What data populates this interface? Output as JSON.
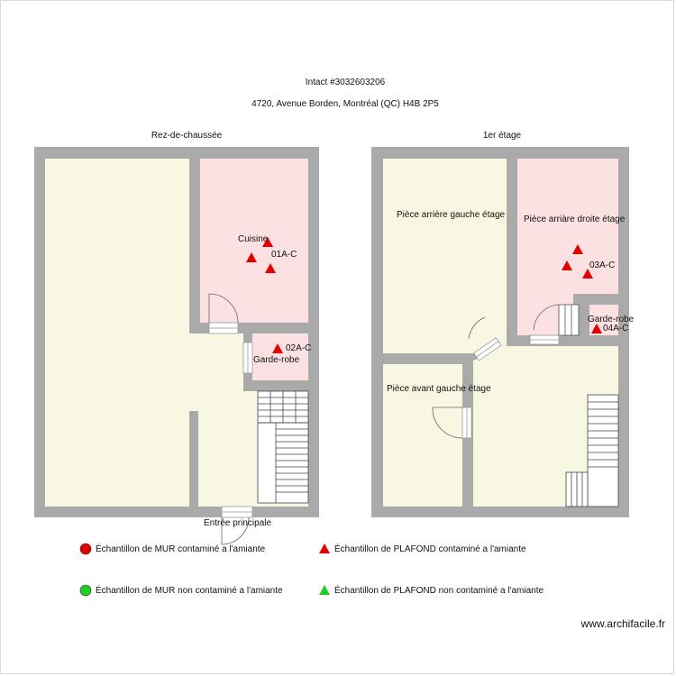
{
  "header": {
    "title": "Intact #3032603206",
    "address": "4720, Avenue Borden, Montréal (QC) H4B 2P5"
  },
  "floors": {
    "ground": {
      "label": "Rez-de-chaussée",
      "rooms": {
        "kitchen": "Cuisine",
        "closet": "Garde-robe"
      },
      "entrance": "Entrée principale",
      "samples": {
        "s1": "01A-C",
        "s2": "02A-C"
      }
    },
    "upper": {
      "label": "1er étage",
      "rooms": {
        "back_left": "Pièce arrière gauche étage",
        "back_right": "Pièce arriàre droite étage",
        "front_left": "Pièce avant gauche étage",
        "closet": "Garde-robe"
      },
      "samples": {
        "s3": "03A-C",
        "s4": "04A-C"
      }
    }
  },
  "legend": {
    "wall_contaminated": "Échantillon de MUR contaminé a l'amiante",
    "ceiling_contaminated": "Échantillon de PLAFOND contaminé a l'amiante",
    "wall_clean": "Échantillon de MUR non contaminé a l'amiante",
    "ceiling_clean": "Échantillon de PLAFOND non contaminé a l'amiante"
  },
  "colors": {
    "contaminated": "#e00000",
    "clean": "#22cc22",
    "wall": "#aaaaaa",
    "room_beige": "#f8f7e1",
    "room_pink": "#fbe1e1"
  },
  "branding": "www.archifacile.fr"
}
